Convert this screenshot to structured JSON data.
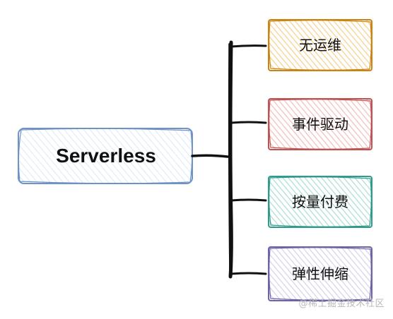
{
  "root": {
    "label": "Serverless",
    "fill": "#dce8f7",
    "stroke": "#6f93c7"
  },
  "branches": [
    {
      "label": "无运维",
      "fill": "#f6cf8b",
      "stroke": "#c98413"
    },
    {
      "label": "事件驱动",
      "fill": "#f3bcbc",
      "stroke": "#c05252"
    },
    {
      "label": "按量付费",
      "fill": "#a9ddd3",
      "stroke": "#2f9b8c"
    },
    {
      "label": "弹性伸缩",
      "fill": "#d4d1ea",
      "stroke": "#6b64a6"
    }
  ],
  "watermark": "@稀土掘金技术社区",
  "colors": {
    "connector": "#111111"
  }
}
